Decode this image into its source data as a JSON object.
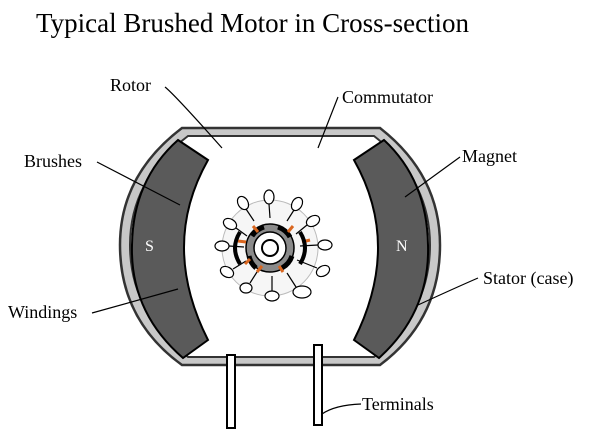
{
  "title": "Typical Brushed Motor in Cross-section",
  "labels": {
    "rotor": "Rotor",
    "commutator": "Commutator",
    "brushes": "Brushes",
    "magnet": "Magnet",
    "windings": "Windings",
    "stator": "Stator (case)",
    "terminals": "Terminals"
  },
  "poles": {
    "south": "S",
    "north": "N"
  },
  "colors": {
    "case_outline": "#333333",
    "case_fill": "#c8c8c8",
    "magnet": "#5a5a5a",
    "brush_contact": "#d9661f"
  }
}
